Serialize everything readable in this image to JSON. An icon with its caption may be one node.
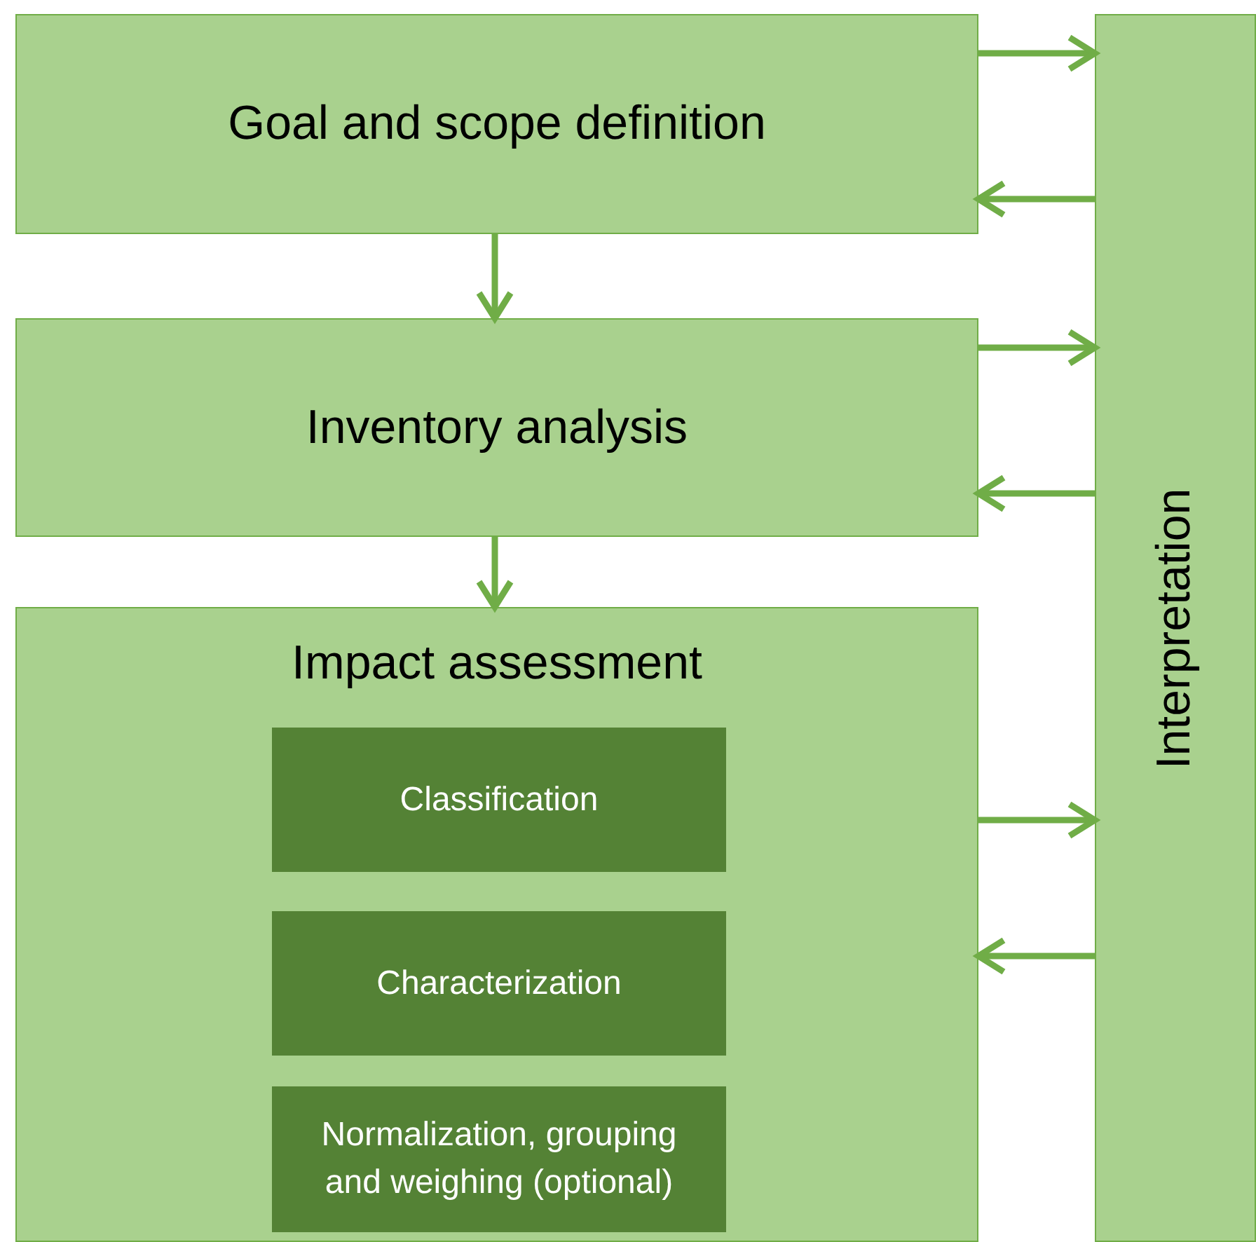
{
  "diagram": {
    "nodes": [
      {
        "text": [
          "Goal and scope definition"
        ]
      },
      {
        "text": [
          "Inventory analysis"
        ]
      },
      {
        "text": [
          "Impact assessment"
        ]
      },
      {
        "text": [
          "Classification"
        ],
        "in": 2
      },
      {
        "text": [
          "Characterization"
        ],
        "in": 2
      },
      {
        "text": [
          "Normalization, grouping and weighing (optional)"
        ],
        "in": 2
      },
      {
        "text": [
          "Interpretation"
        ]
      }
    ],
    "edges": [
      {
        "from": 0,
        "to": 1,
        "arrow": "to"
      },
      {
        "from": 1,
        "to": 2,
        "arrow": "to"
      },
      {
        "from": 0,
        "to": 6,
        "arrow": "to"
      },
      {
        "from": 6,
        "to": 0,
        "arrow": "to"
      },
      {
        "from": 1,
        "to": 6,
        "arrow": "to"
      },
      {
        "from": 6,
        "to": 1,
        "arrow": "to"
      },
      {
        "from": 2,
        "to": 6,
        "arrow": "to"
      },
      {
        "from": 6,
        "to": 2,
        "arrow": "to"
      }
    ]
  }
}
